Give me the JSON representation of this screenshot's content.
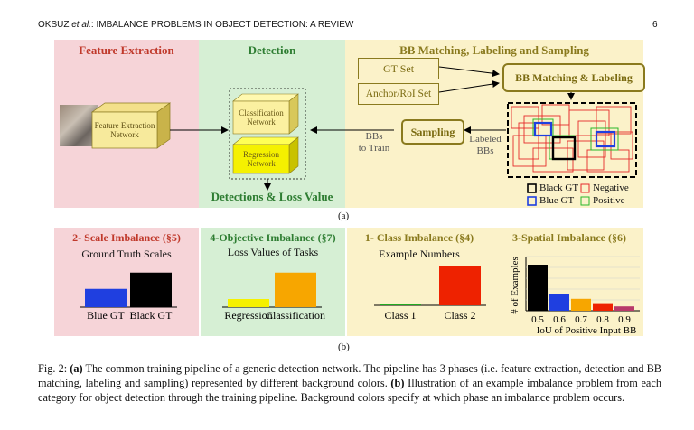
{
  "header": {
    "running_head_prefix": "OKSUZ ",
    "running_head_etal": "et al.",
    "running_head_rest": ": IMBALANCE PROBLEMS IN OBJECT DETECTION: A REVIEW",
    "page_number": "6"
  },
  "figure_a": {
    "feature_title": "Feature Extraction",
    "feature_box": "Feature Extraction Network",
    "detection_title": "Detection",
    "classification_box": "Classification Network",
    "regression_box": "Regression Network",
    "detections_loss": "Detections & Loss Value",
    "bb_title": "BB Matching, Labeling and Sampling",
    "gt_set": "GT Set",
    "anchor_set": "Anchor/RoI Set",
    "bb_matching_box": "BB Matching & Labeling",
    "sampling_box": "Sampling",
    "bbs_to_train_1": "BBs",
    "bbs_to_train_2": "to Train",
    "labeled_1": "Labeled",
    "labeled_2": "BBs",
    "legend": {
      "black_gt": "Black GT",
      "negative": "Negative",
      "blue_gt": "Blue GT",
      "positive": "Positive"
    },
    "label": "(a)",
    "colors": {
      "feature_bg": "#f6d4d8",
      "detection_bg": "#d6efd4",
      "bb_bg": "#fbf2c9",
      "gold": "#8a7a1e",
      "yellow": "#f5f100"
    }
  },
  "figure_b": {
    "label": "(b)",
    "scale": {
      "title": "2- Scale Imbalance (§5)",
      "subtitle": "Ground Truth Scales",
      "chart_data": {
        "type": "bar",
        "categories": [
          "Blue GT",
          "Black GT"
        ],
        "values": [
          0.45,
          0.85
        ],
        "colors": [
          "#1f3fe0",
          "#000000"
        ]
      }
    },
    "objective": {
      "title": "4-Objective Imbalance (§7)",
      "subtitle": "Loss Values of Tasks",
      "chart_data": {
        "type": "bar",
        "categories": [
          "Regression",
          "Classification"
        ],
        "values": [
          0.2,
          0.85
        ],
        "colors": [
          "#f5f100",
          "#f7a600"
        ]
      }
    },
    "class": {
      "title": "1- Class Imbalance (§4)",
      "subtitle": "Example Numbers",
      "chart_data": {
        "type": "bar",
        "categories": [
          "Class 1",
          "Class 2"
        ],
        "values": [
          0.03,
          0.97
        ],
        "colors": [
          "#22aa22",
          "#ee2200"
        ]
      }
    },
    "spatial": {
      "title": "3-Spatial Imbalance (§6)",
      "chart_data": {
        "type": "bar",
        "categories": [
          "0.5",
          "0.6",
          "0.7",
          "0.8",
          "0.9"
        ],
        "values": [
          0.85,
          0.3,
          0.22,
          0.14,
          0.08
        ],
        "colors": [
          "#000000",
          "#1f3fe0",
          "#f7a600",
          "#ee2200",
          "#b83a6a"
        ],
        "xlabel": "IoU of Positive Input BB",
        "ylabel": "# of Examples"
      }
    }
  },
  "caption": {
    "fig_label": "Fig. 2: ",
    "a": "(a)",
    "a_text": " The common training pipeline of a generic detection network. The pipeline has 3 phases (i.e. feature extraction, detection and BB matching, labeling and sampling) represented by different background colors. ",
    "b": "(b)",
    "b_text": " Illustration of an example imbalance problem from each category for object detection through the training pipeline. Background colors specify at which phase an imbalance problem occurs."
  }
}
